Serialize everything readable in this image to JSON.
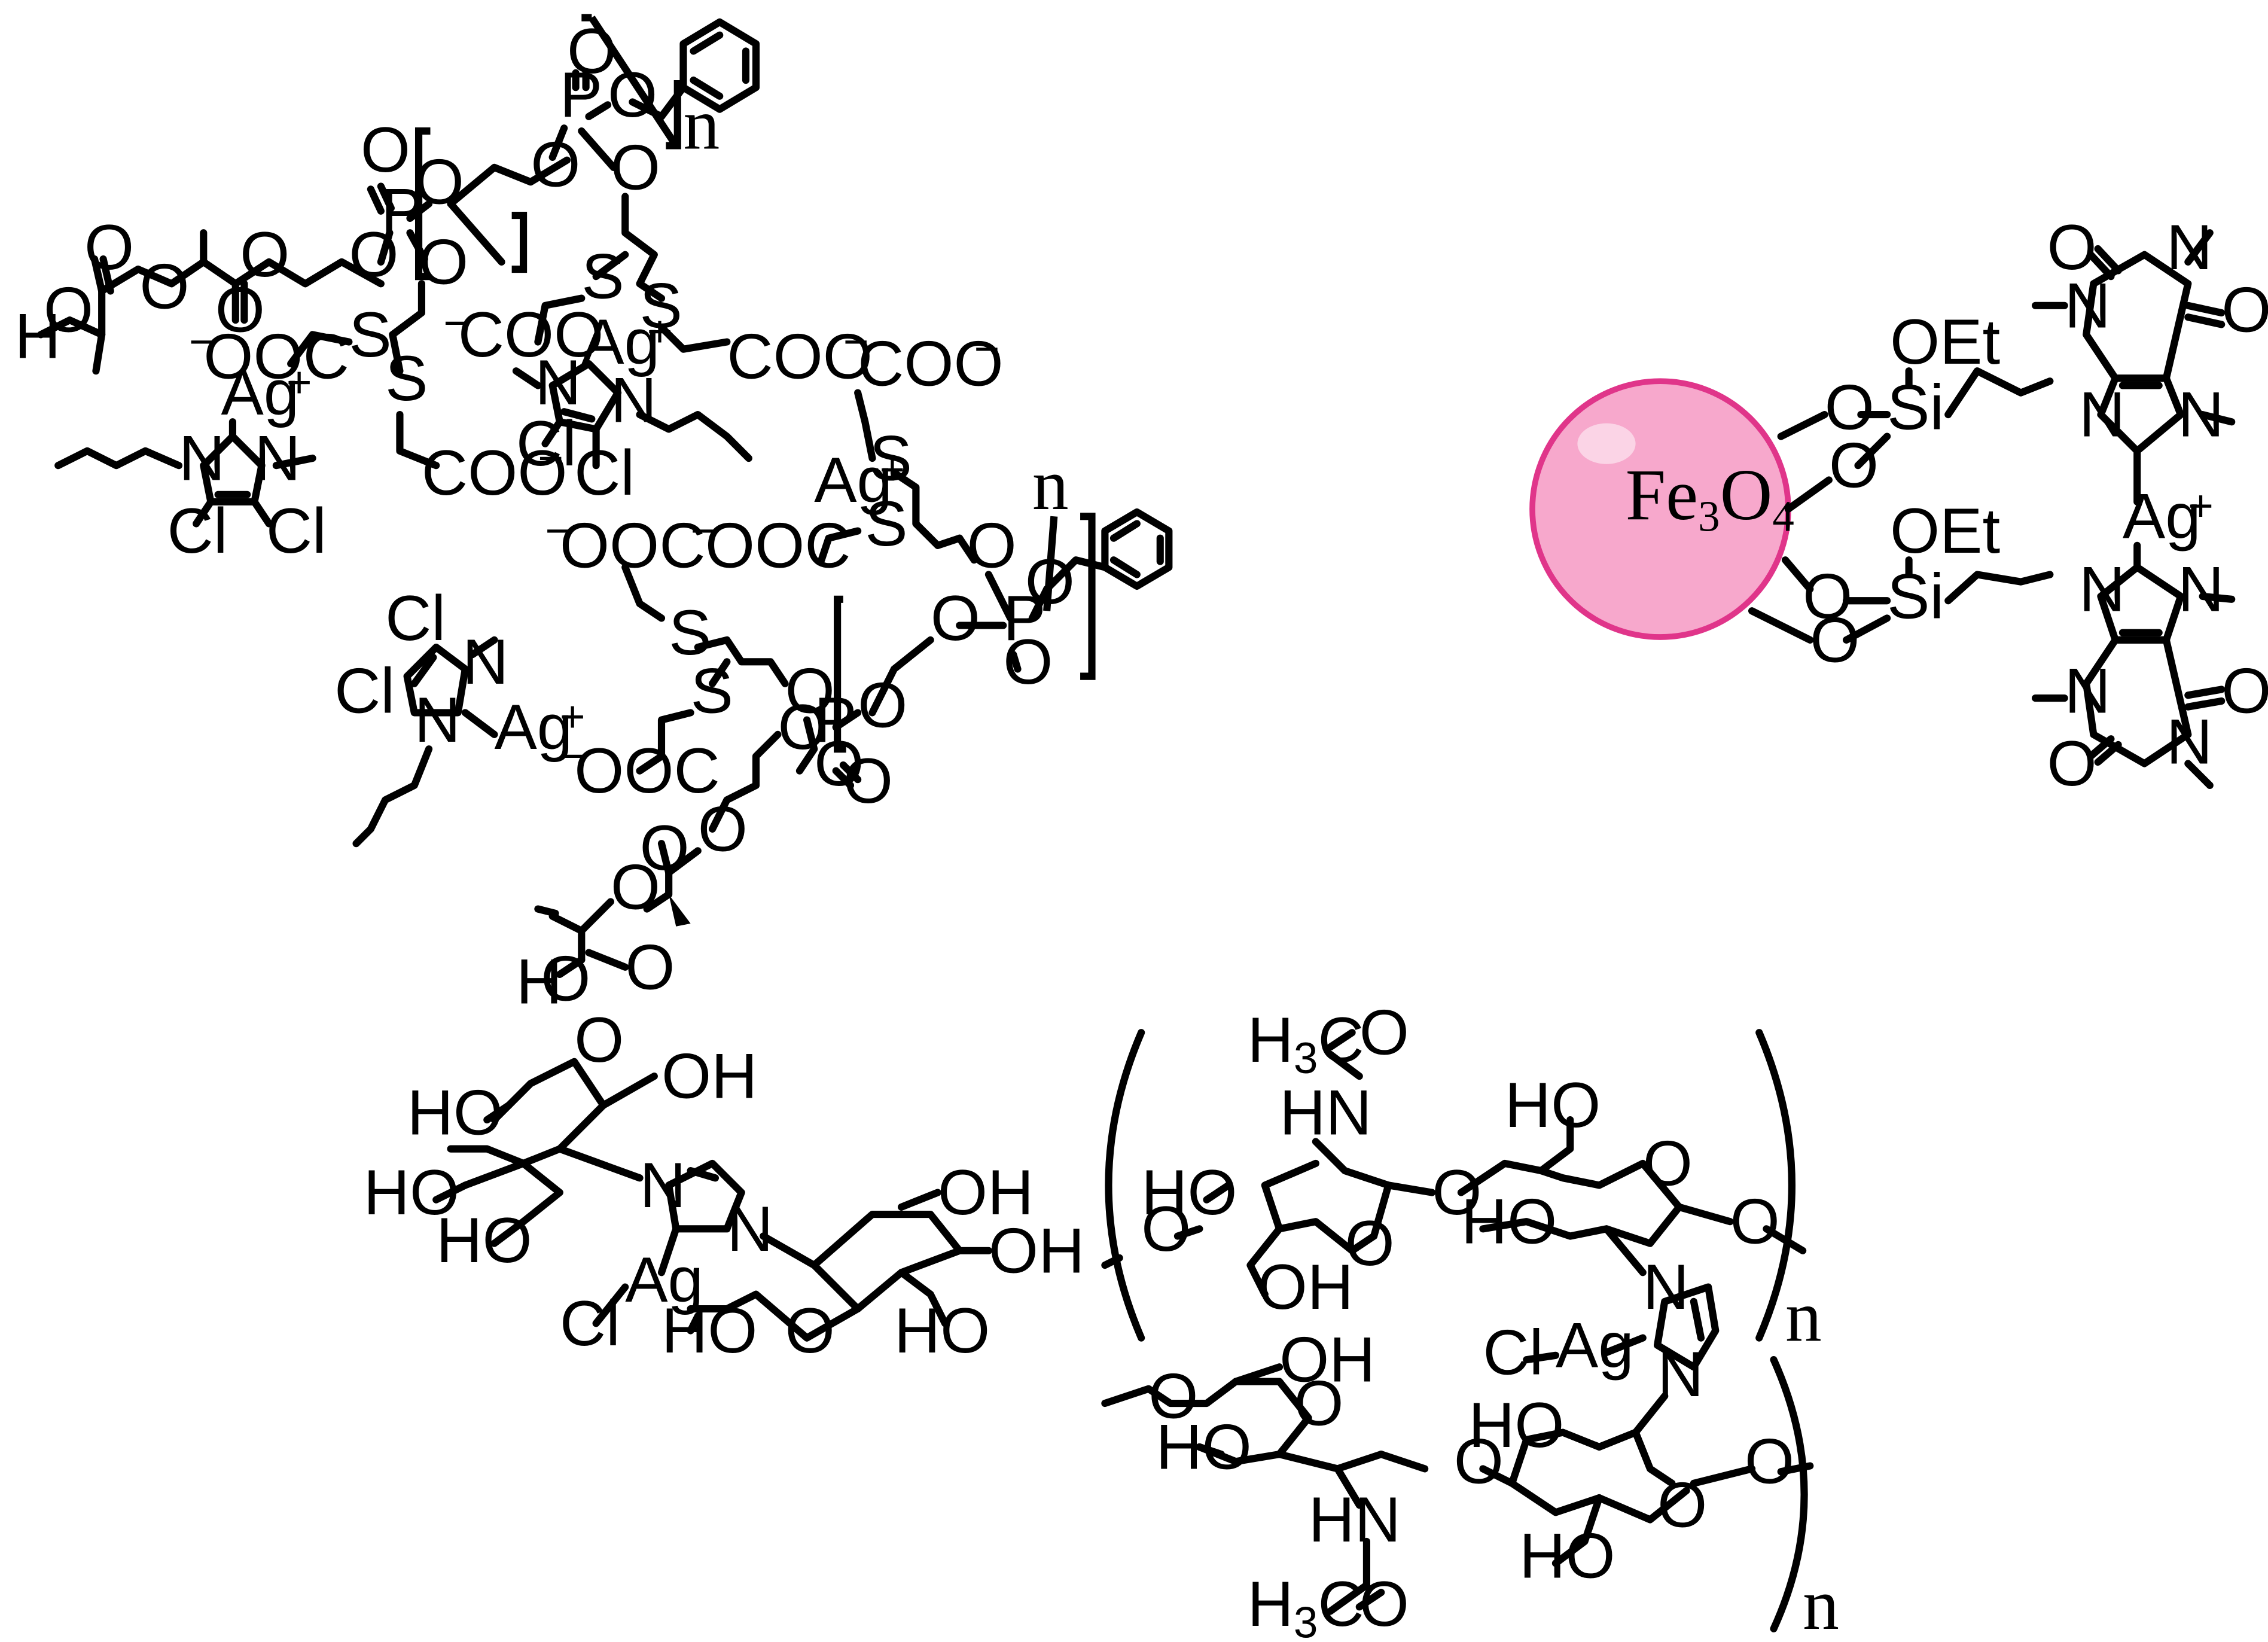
{
  "colors": {
    "ink": "#000000",
    "nanoparticle_fill": "#f7a8cc",
    "nanoparticle_stroke": "#e0358a",
    "background": "#ffffff"
  },
  "silver_polymer": {
    "atoms": {
      "H": "H",
      "O": "O",
      "P": "P",
      "S": "S",
      "N": "N",
      "Cl": "Cl",
      "Ag": "Ag",
      "plus": "+",
      "coo_minus": "COO",
      "ooc_minus": "OOC",
      "minus": "−"
    },
    "repeat_index": "n"
  },
  "nanoparticle": {
    "core_label": "Fe",
    "core_sub1": "3",
    "core_mid": "O",
    "core_sub2": "4",
    "oet": "OEt",
    "si": "Si",
    "o": "O",
    "n": "N",
    "ag": "Ag",
    "plus": "+"
  },
  "glucose_complex": {
    "ho": "HO",
    "oh": "OH",
    "o": "O",
    "n": "N",
    "ag": "Ag",
    "cl": "Cl"
  },
  "chitosan": {
    "h3c_h": "H",
    "h3c_3": "3",
    "h3c_c": "C",
    "o": "O",
    "hn": "HN",
    "ho": "HO",
    "oh": "OH",
    "n": "N",
    "ag": "Ag",
    "cl": "Cl",
    "repeat_index": "n"
  }
}
